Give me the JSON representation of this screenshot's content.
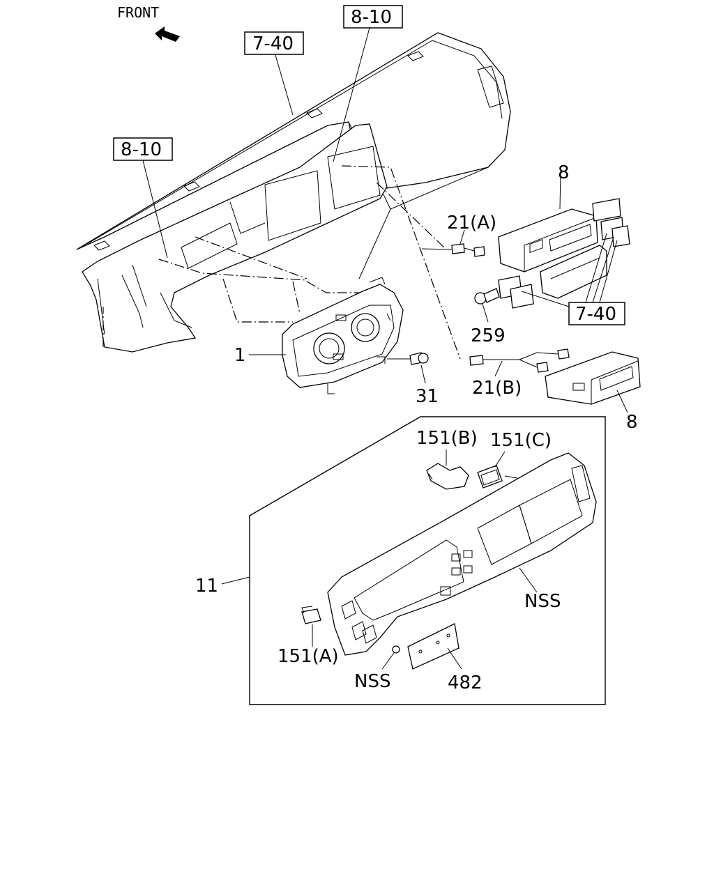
{
  "front_label": "FRONT",
  "refs": {
    "dash_ref": "7-40",
    "harness_ref_top": "8-10",
    "harness_ref_left": "8-10",
    "bracket_ref": "7-40"
  },
  "parts": {
    "meter": "1",
    "screw_31": "31",
    "clip_259": "259",
    "harness_a": "21(A)",
    "harness_b": "21(B)",
    "unit_top": "8",
    "unit_bottom": "8",
    "cluster_panel": "11",
    "clip_151a": "151(A)",
    "clip_151b": "151(B)",
    "clip_151c": "151(C)",
    "nss_panel": "NSS",
    "nss_nut": "NSS",
    "plate_482": "482"
  }
}
